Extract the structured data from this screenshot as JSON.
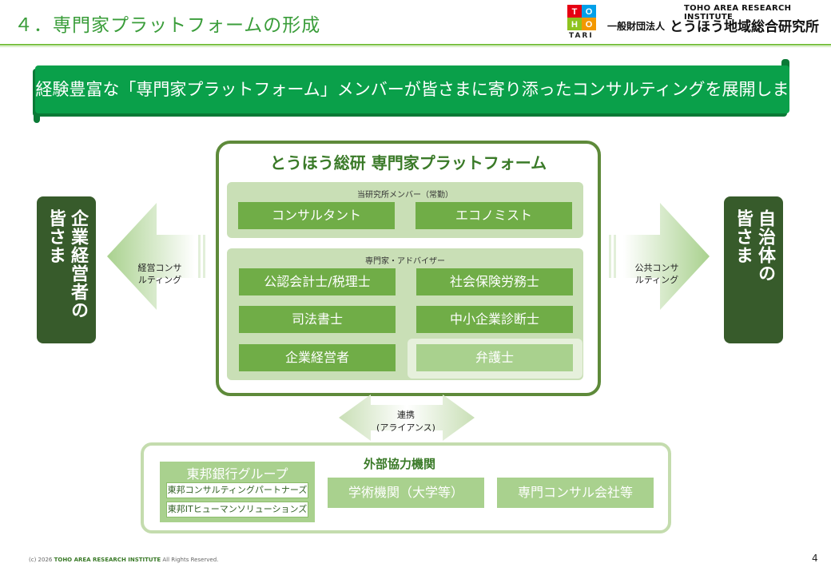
{
  "header": {
    "title": "４．専門家プラットフォームの形成",
    "logo_text": "TARI",
    "org_en": "TOHO AREA RESEARCH INSTITUTE",
    "org_type": "一般財団法人",
    "org_name": "とうほう地域総合研究所"
  },
  "banner": {
    "text": "経験豊富な「専門家プラットフォーム」メンバーが皆さまに寄り添ったコンサルティングを展開します"
  },
  "left_target": {
    "col1": "企業経営者の",
    "col2": "皆さま"
  },
  "right_target": {
    "col1": "自治体の",
    "col2": "皆さま"
  },
  "left_arrow": {
    "line1": "経営コンサ",
    "line2": "ルティング"
  },
  "right_arrow": {
    "line1": "公共コンサ",
    "line2": "ルティング"
  },
  "platform": {
    "title": "とうほう総研 専門家プラットフォーム",
    "staff_caption": "当研究所メンバー（常勤）",
    "staff": [
      "コンサルタント",
      "エコノミスト"
    ],
    "experts_caption": "専門家・アドバイザー",
    "experts": [
      "公認会計士/税理士",
      "社会保険労務士",
      "司法書士",
      "中小企業診断士",
      "企業経営者",
      "弁護士"
    ]
  },
  "alliance": {
    "line1": "連携",
    "line2": "(アライアンス)"
  },
  "external": {
    "title": "外部協力機関",
    "bank_group": "東邦銀行グループ",
    "bank_subs": [
      "東邦コンサルティングパートナーズ",
      "東邦ITヒューマンソリューションズ"
    ],
    "items": [
      "学術機関（大学等）",
      "専門コンサル会社等"
    ]
  },
  "footer": {
    "copyright": "(c) 2026",
    "company": "TOHO AREA RESEARCH INSTITUTE",
    "rights": "All Rights Reserved.",
    "page": "4"
  },
  "colors": {
    "accent_green": "#0aa04a",
    "dark_green": "#375b2b",
    "cell_green": "#70ad47",
    "light_green": "#a9d18e"
  }
}
